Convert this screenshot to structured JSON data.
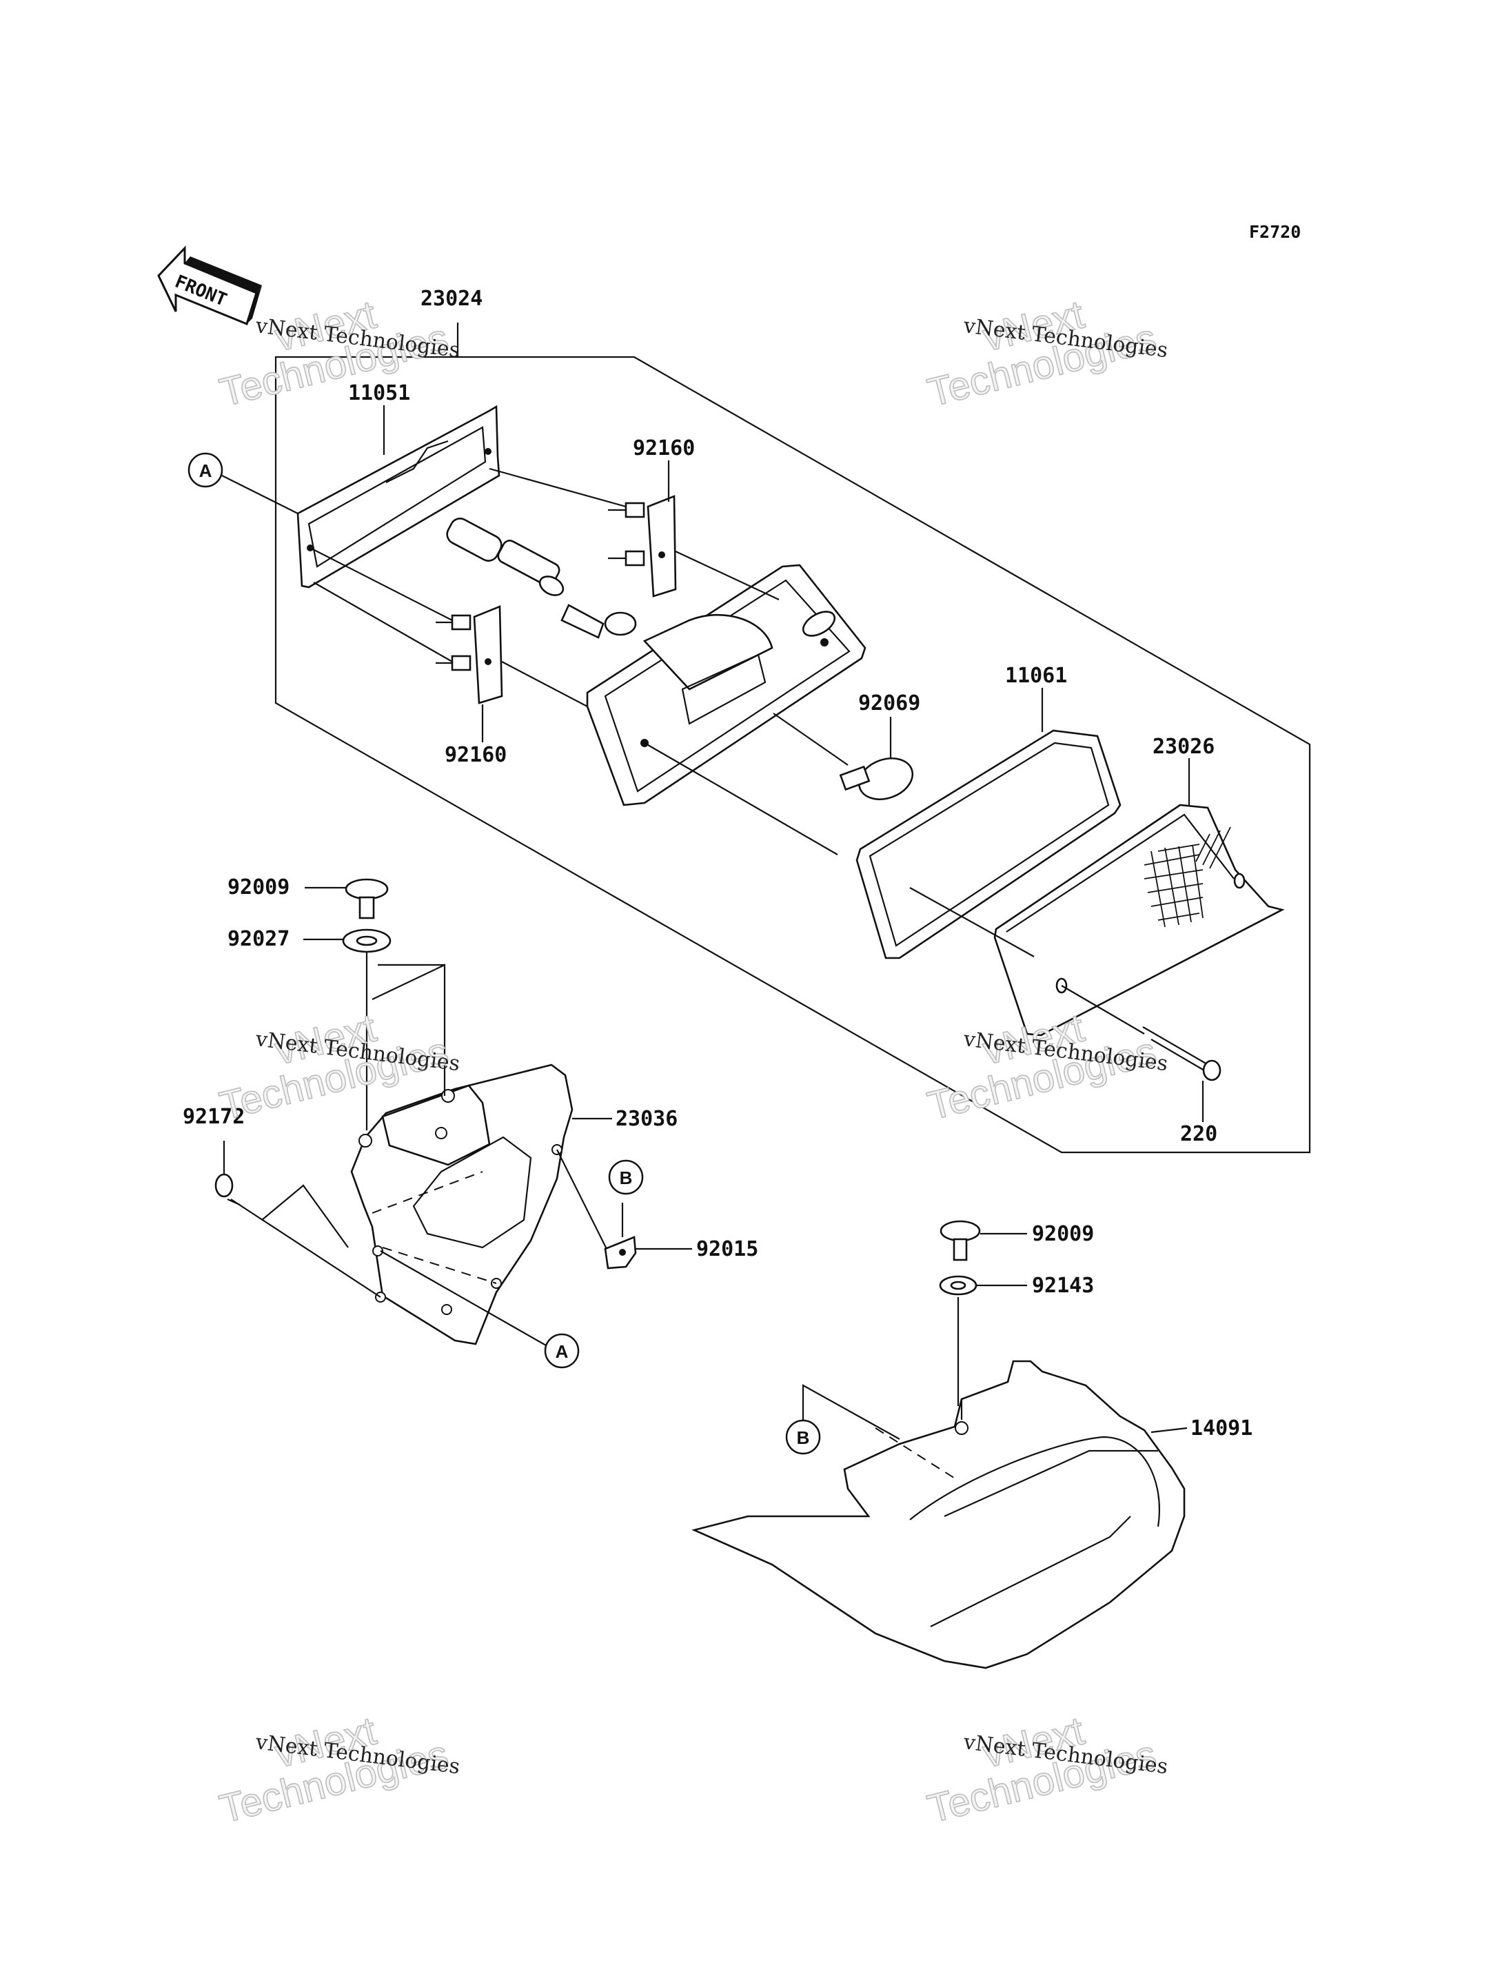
{
  "diagram_code": "F2720",
  "front_label": "FRONT",
  "watermark": {
    "line": "vNext Technologies",
    "big_1": "vNext",
    "big_2": "Technologies"
  },
  "callouts": {
    "a": "A",
    "b": "B"
  },
  "parts": {
    "p23024": "23024",
    "p11051": "11051",
    "p92160_top": "92160",
    "p92160_bottom": "92160",
    "p92069": "92069",
    "p11061": "11061",
    "p23026": "23026",
    "p220": "220",
    "p92009_left": "92009",
    "p92027": "92027",
    "p92172": "92172",
    "p23036": "23036",
    "p92015": "92015",
    "p92009_right": "92009",
    "p92143": "92143",
    "p14091": "14091"
  }
}
